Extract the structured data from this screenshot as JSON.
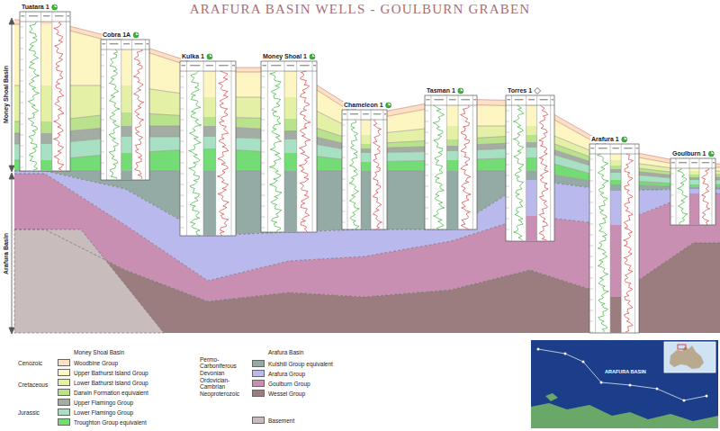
{
  "diagram": {
    "title": "ARAFURA BASIN WELLS - GOULBURN GRABEN",
    "nodes": [
      {
        "text": [
          "Tuatara 1"
        ]
      },
      {
        "text": [
          "Cobra 1A"
        ]
      },
      {
        "text": [
          "Kulka 1"
        ]
      },
      {
        "text": [
          "Money Shoal 1"
        ]
      },
      {
        "text": [
          "Chameleon 1"
        ]
      },
      {
        "text": [
          "Tasman 1"
        ]
      },
      {
        "text": [
          "Torres 1"
        ]
      },
      {
        "text": [
          "Arafura 1"
        ]
      },
      {
        "text": [
          "Goulburn 1"
        ]
      }
    ],
    "labels": [
      "Money Shoal Basin",
      "Arafura Basin",
      "Money Shoal Basin",
      "Arafura Basin",
      "Cenozoic",
      "Cretaceous",
      "Jurassic",
      "Permo-Carboniferous",
      "Devonian",
      "Ordovician-Cambrian",
      "Neoproterozoic",
      "ARAFURA BASIN"
    ],
    "legend": [
      {
        "text": "Woodbine Group",
        "color": "#fbe0c4"
      },
      {
        "text": "Upper Bathurst Island Group",
        "color": "#fdf6c3"
      },
      {
        "text": "Lower Bathurst Island Group",
        "color": "#e3f0a6"
      },
      {
        "text": "Darwin Formation equivalent",
        "color": "#b9e28c"
      },
      {
        "text": "Upper Flamingo Group",
        "color": "#a3ada3"
      },
      {
        "text": "Lower Flamingo Group",
        "color": "#a8e0c4"
      },
      {
        "text": "Troughton Group equivalent",
        "color": "#74dc74"
      },
      {
        "text": "Kulshill Group equivalent",
        "color": "#94aaa4"
      },
      {
        "text": "Arafura Group",
        "color": "#b9b9ee"
      },
      {
        "text": "Goulburn Group",
        "color": "#c98fb3"
      },
      {
        "text": "Wessel Group",
        "color": "#9b7d80"
      },
      {
        "text": "Basement",
        "color": "#c9bcbc"
      }
    ]
  }
}
